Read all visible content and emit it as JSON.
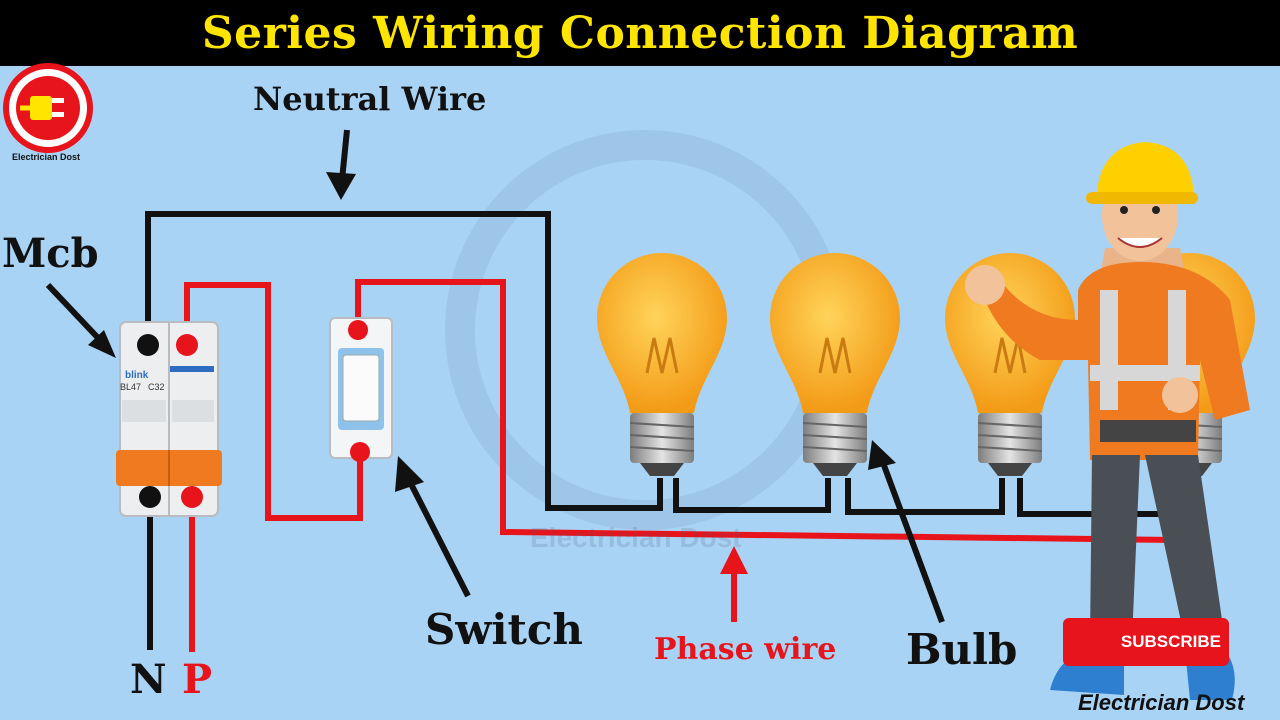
{
  "title": "Series Wiring Connection Diagram",
  "labels": {
    "neutral_wire": "Neutral Wire",
    "mcb": "Mcb",
    "switch": "Switch",
    "phase_wire": "Phase wire",
    "bulb": "Bulb",
    "neutral_terminal": "N",
    "phase_terminal": "P"
  },
  "mcb": {
    "brand": "blink",
    "model": "BL47",
    "rating": "C32"
  },
  "logo": {
    "caption": "Electrician Dost"
  },
  "watermark": "Electrician Dost",
  "subscribe_button": "SUBSCRIBE",
  "footer_brand": "Electrician Dost",
  "colors": {
    "banner_bg": "#000000",
    "title": "#ffe500",
    "background": "#a9d3f5",
    "phase_wire": "#e8141c",
    "neutral_wire": "#111111",
    "bulb": "#f5a623"
  },
  "icons": [
    "logo-icon",
    "bulb-icon",
    "arrow-icon",
    "worker-illustration"
  ]
}
